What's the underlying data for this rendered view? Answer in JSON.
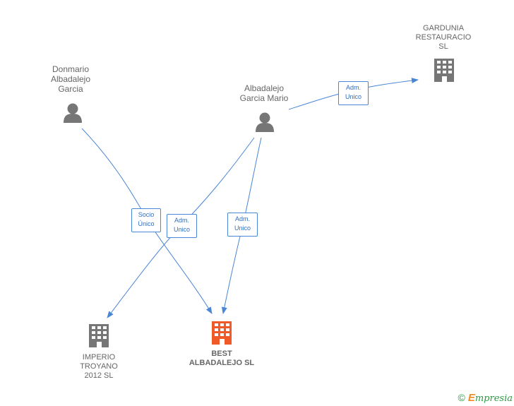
{
  "nodes": {
    "donmario": {
      "label_lines": [
        "Donmario",
        "Albadalejo",
        "Garcia"
      ],
      "type": "person",
      "icon": "person-icon",
      "color": "#767676"
    },
    "albadalejo": {
      "label_lines": [
        "Albadalejo",
        "Garcia Mario"
      ],
      "type": "person",
      "icon": "person-icon",
      "color": "#767676"
    },
    "gardunia": {
      "label_lines": [
        "GARDUNIA",
        "RESTAURACIO",
        "SL"
      ],
      "type": "company",
      "icon": "building-icon",
      "color": "#767676"
    },
    "imperio": {
      "label_lines": [
        "IMPERIO",
        "TROYANO",
        "2012 SL"
      ],
      "type": "company",
      "icon": "building-icon",
      "color": "#767676"
    },
    "best": {
      "label_lines": [
        "BEST",
        "ALBADALEJO SL"
      ],
      "type": "company",
      "icon": "building-icon",
      "color": "#f05a28",
      "highlighted": true
    }
  },
  "edges": [
    {
      "id": "e1",
      "from": "donmario",
      "to": "best",
      "label_lines": [
        "Socio",
        "Único"
      ]
    },
    {
      "id": "e2",
      "from": "albadalejo",
      "to": "imperio",
      "label_lines": [
        "Adm.",
        "Unico"
      ]
    },
    {
      "id": "e3",
      "from": "albadalejo",
      "to": "best",
      "label_lines": [
        "Adm.",
        "Unico"
      ]
    },
    {
      "id": "e4",
      "from": "albadalejo",
      "to": "gardunia",
      "label_lines": [
        "Adm.",
        "Unico"
      ]
    }
  ],
  "colors": {
    "edge": "#4a86d6",
    "node": "#767676",
    "highlight": "#f05a28"
  },
  "footer": {
    "copyright": "©",
    "brand_initial": "E",
    "brand_rest": "mpresia"
  }
}
